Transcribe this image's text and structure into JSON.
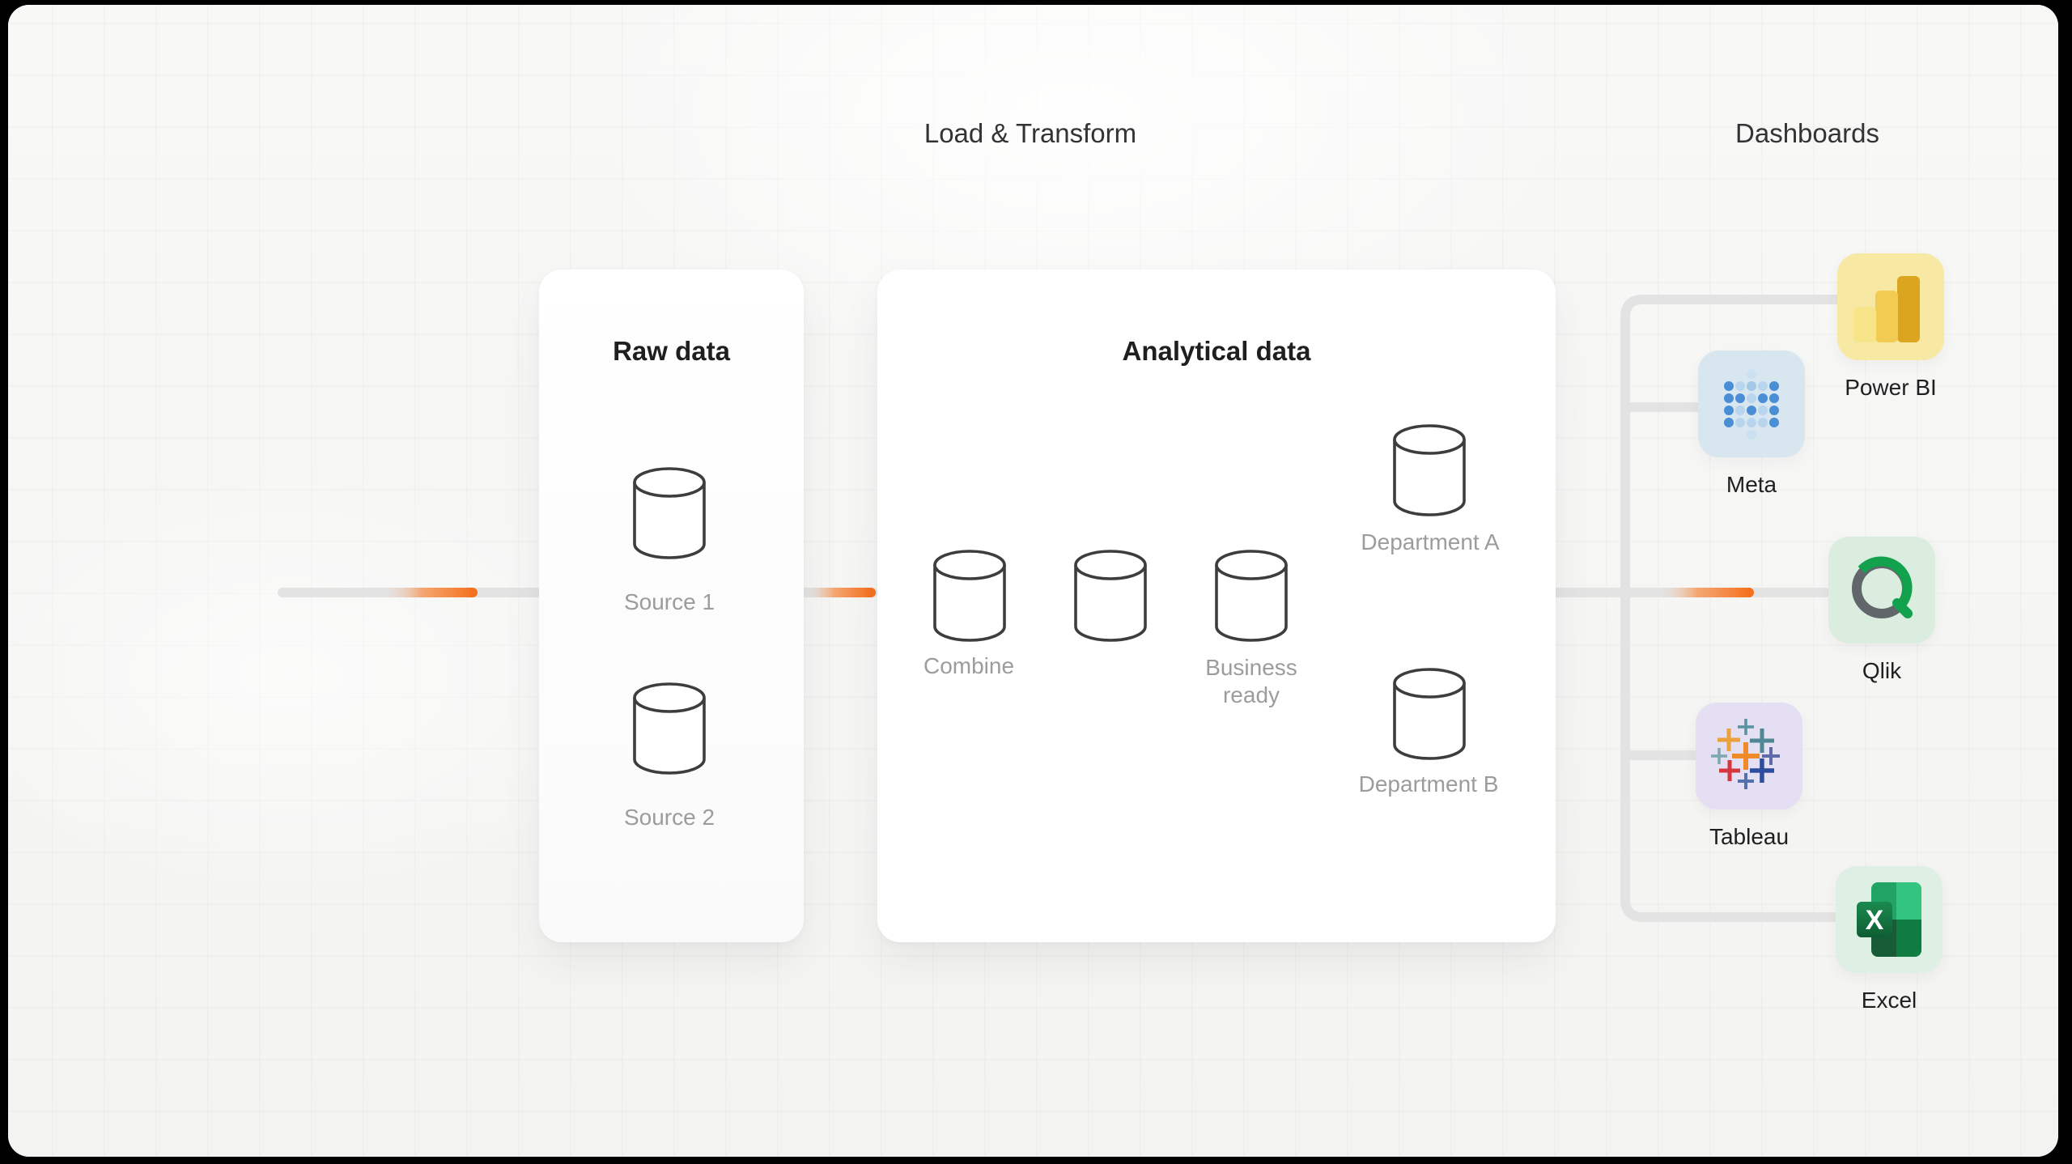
{
  "header": {
    "load_transform": "Load & Transform",
    "dashboards": "Dashboards"
  },
  "raw_data_panel": {
    "title": "Raw data",
    "sources": [
      {
        "label": "Source 1"
      },
      {
        "label": "Source 2"
      }
    ]
  },
  "analytical_data_panel": {
    "title": "Analytical data",
    "stages": [
      {
        "label": "Combine"
      },
      {
        "label": ""
      },
      {
        "label": "Business ready"
      }
    ],
    "outputs": [
      {
        "label": "Department A"
      },
      {
        "label": "Department B"
      }
    ]
  },
  "dashboard_tools": [
    {
      "name": "Power BI",
      "tile_color": "#f7e8a4"
    },
    {
      "name": "Meta",
      "tile_color": "#d8e6ef"
    },
    {
      "name": "Qlik",
      "tile_color": "#dbeddf"
    },
    {
      "name": "Tableau",
      "tile_color": "#e4dff2"
    },
    {
      "name": "Excel",
      "tile_color": "#def0e4"
    }
  ],
  "colors": {
    "flow_accent_orange": "#f5711f",
    "connector_gray": "#e3e3e3",
    "cylinder_stroke": "#3d3d3d",
    "label_gray": "#9c9c9c"
  }
}
